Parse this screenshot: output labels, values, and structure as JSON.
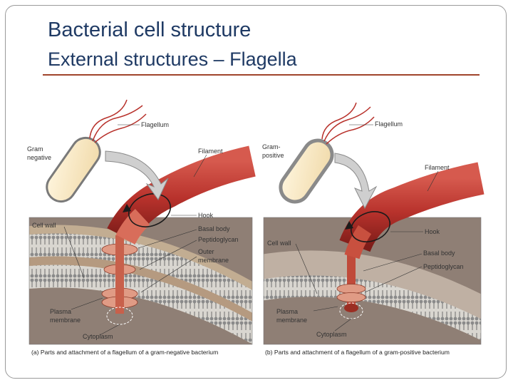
{
  "slide": {
    "title": "Bacterial cell structure",
    "subtitle": "External structures – Flagella"
  },
  "panel_a": {
    "labels": {
      "flagellum": "Flagellum",
      "gram_negative_1": "Gram",
      "gram_negative_2": "negative",
      "filament": "Filament",
      "hook": "Hook",
      "cell_wall": "Cell wall",
      "basal_body": "Basal body",
      "peptidoglycan": "Peptidoglycan",
      "outer_membrane_1": "Outer",
      "outer_membrane_2": "membrane",
      "plasma_membrane_1": "Plasma",
      "plasma_membrane_2": "membrane",
      "cytoplasm": "Cytoplasm"
    },
    "caption": "(a) Parts and attachment of a flagellum of a gram-negative bacterium"
  },
  "panel_b": {
    "labels": {
      "flagellum": "Flagellum",
      "gram_positive_1": "Gram-",
      "gram_positive_2": "positive",
      "filament": "Filament",
      "hook": "Hook",
      "cell_wall": "Cell wall",
      "basal_body": "Basal body",
      "peptidoglycan": "Peptidoglycan",
      "plasma_membrane_1": "Plasma",
      "plasma_membrane_2": "membrane",
      "cytoplasm": "Cytoplasm"
    },
    "caption": "(b) Parts and attachment of a flagellum of a gram-positive bacterium"
  },
  "colors": {
    "title": "#1f3a64",
    "rule": "#a0442b",
    "flagellum": "#b8322c",
    "membrane": "#c8b39a",
    "cytoplasm": "#8f7f75"
  }
}
